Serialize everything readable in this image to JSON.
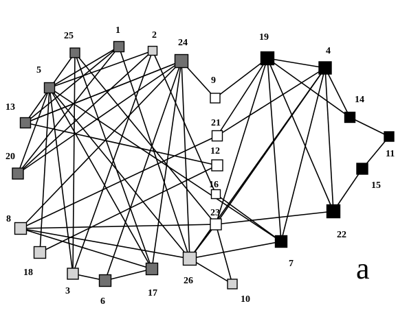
{
  "diagram": {
    "corner_label": "a",
    "colors": {
      "dark_gray": "#707070",
      "light_gray": "#d4d4d4",
      "white": "#ffffff",
      "black": "#000000",
      "edge": "#000000"
    },
    "nodes": [
      {
        "id": "1",
        "label": "1",
        "color": "dark_gray"
      },
      {
        "id": "2",
        "label": "2",
        "color": "light_gray"
      },
      {
        "id": "3",
        "label": "3",
        "color": "light_gray"
      },
      {
        "id": "4",
        "label": "4",
        "color": "black"
      },
      {
        "id": "5",
        "label": "5",
        "color": "dark_gray"
      },
      {
        "id": "6",
        "label": "6",
        "color": "dark_gray"
      },
      {
        "id": "7",
        "label": "7",
        "color": "black"
      },
      {
        "id": "8",
        "label": "8",
        "color": "light_gray"
      },
      {
        "id": "9",
        "label": "9",
        "color": "white"
      },
      {
        "id": "10",
        "label": "10",
        "color": "light_gray"
      },
      {
        "id": "11",
        "label": "11",
        "color": "black"
      },
      {
        "id": "12",
        "label": "12",
        "color": "white"
      },
      {
        "id": "13",
        "label": "13",
        "color": "dark_gray"
      },
      {
        "id": "14",
        "label": "14",
        "color": "black"
      },
      {
        "id": "15",
        "label": "15",
        "color": "black"
      },
      {
        "id": "16",
        "label": "16",
        "color": "white"
      },
      {
        "id": "17",
        "label": "17",
        "color": "dark_gray"
      },
      {
        "id": "18",
        "label": "18",
        "color": "light_gray"
      },
      {
        "id": "19",
        "label": "19",
        "color": "black"
      },
      {
        "id": "20",
        "label": "20",
        "color": "dark_gray"
      },
      {
        "id": "21",
        "label": "21",
        "color": "white"
      },
      {
        "id": "22",
        "label": "22",
        "color": "black"
      },
      {
        "id": "23",
        "label": "23",
        "color": "white"
      },
      {
        "id": "24",
        "label": "24",
        "color": "dark_gray"
      },
      {
        "id": "25",
        "label": "25",
        "color": "dark_gray"
      },
      {
        "id": "26",
        "label": "26",
        "color": "light_gray"
      }
    ],
    "edges": [
      [
        "25",
        "13"
      ],
      [
        "25",
        "3"
      ],
      [
        "25",
        "17"
      ],
      [
        "25",
        "23"
      ],
      [
        "1",
        "5"
      ],
      [
        "1",
        "13"
      ],
      [
        "1",
        "26"
      ],
      [
        "2",
        "5"
      ],
      [
        "2",
        "20"
      ],
      [
        "2",
        "16"
      ],
      [
        "24",
        "13"
      ],
      [
        "24",
        "8"
      ],
      [
        "24",
        "6"
      ],
      [
        "24",
        "17"
      ],
      [
        "24",
        "26"
      ],
      [
        "24",
        "9"
      ],
      [
        "5",
        "3"
      ],
      [
        "5",
        "17"
      ],
      [
        "5",
        "26"
      ],
      [
        "5",
        "7"
      ],
      [
        "13",
        "12"
      ],
      [
        "13",
        "24"
      ],
      [
        "20",
        "5"
      ],
      [
        "20",
        "1"
      ],
      [
        "20",
        "24"
      ],
      [
        "8",
        "21"
      ],
      [
        "8",
        "23"
      ],
      [
        "8",
        "17"
      ],
      [
        "8",
        "26"
      ],
      [
        "18",
        "5"
      ],
      [
        "18",
        "12"
      ],
      [
        "3",
        "2"
      ],
      [
        "3",
        "6"
      ],
      [
        "6",
        "17"
      ],
      [
        "26",
        "23"
      ],
      [
        "26",
        "10"
      ],
      [
        "23",
        "10"
      ],
      [
        "9",
        "19"
      ],
      [
        "21",
        "19"
      ],
      [
        "21",
        "4"
      ],
      [
        "23",
        "19"
      ],
      [
        "23",
        "4"
      ],
      [
        "23",
        "22"
      ],
      [
        "19",
        "4"
      ],
      [
        "19",
        "14"
      ],
      [
        "19",
        "7"
      ],
      [
        "19",
        "22"
      ],
      [
        "4",
        "14"
      ],
      [
        "4",
        "7"
      ],
      [
        "4",
        "22"
      ],
      [
        "4",
        "26"
      ],
      [
        "14",
        "11"
      ],
      [
        "11",
        "15"
      ],
      [
        "15",
        "22"
      ],
      [
        "16",
        "7"
      ],
      [
        "7",
        "26"
      ]
    ]
  }
}
